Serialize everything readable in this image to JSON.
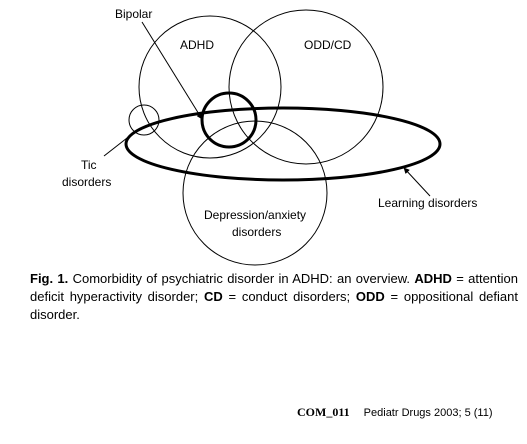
{
  "diagram": {
    "labels": {
      "bipolar": "Bipolar",
      "adhd": "ADHD",
      "odd_cd": "ODD/CD",
      "tic_line1": "Tic",
      "tic_line2": "disorders",
      "learning": "Learning disorders",
      "depression_line1": "Depression/anxiety",
      "depression_line2": "disorders"
    },
    "colors": {
      "stroke": "#000000",
      "background": "#ffffff"
    }
  },
  "caption": {
    "fig_label": "Fig. 1.",
    "text_1": " Comorbidity of psychiatric disorder in ADHD: an overview. ",
    "abbr_1": "ADHD",
    "def_1": " = attention deficit hyperactivity disorder; ",
    "abbr_2": "CD",
    "def_2": " = conduct disorders; ",
    "abbr_3": "ODD",
    "def_3": " = oppositional defiant disorder."
  },
  "footer": {
    "code": "COM_011",
    "citation": "Pediatr Drugs 2003; 5 (11)"
  }
}
